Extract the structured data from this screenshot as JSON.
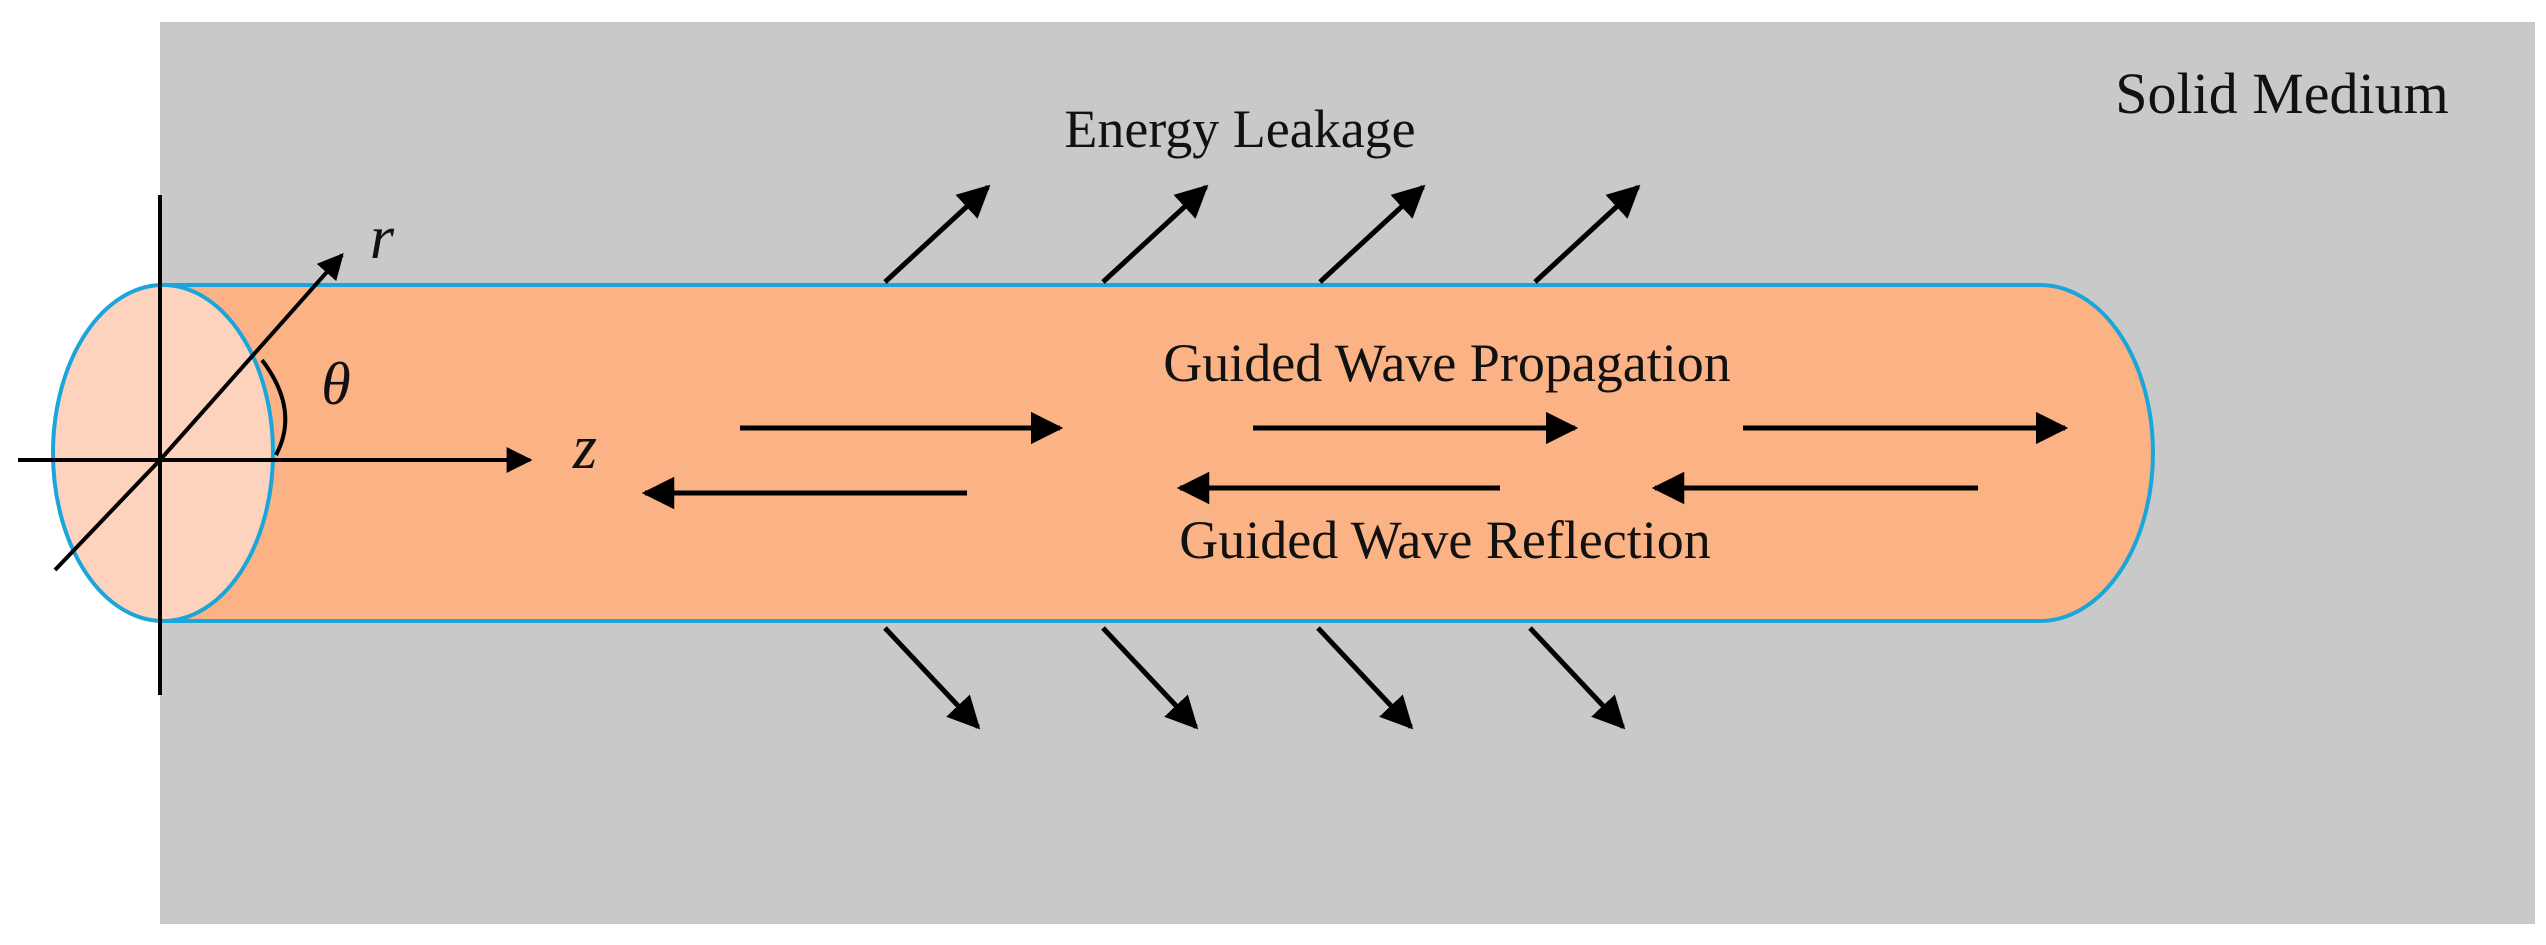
{
  "diagram": {
    "medium_label": "Solid Medium",
    "leakage_label": "Energy Leakage",
    "propagation_label": "Guided Wave Propagation",
    "reflection_label": "Guided Wave Reflection",
    "axes": {
      "r_label": "r",
      "theta_label": "θ",
      "z_label": "z"
    }
  },
  "colors": {
    "medium": "#c9c9c9",
    "cylinder_fill": "#fbb284",
    "end_face_fill": "#fdd3bd",
    "outline": "#1aa6da",
    "arrow": "#000000",
    "text": "#111111"
  }
}
